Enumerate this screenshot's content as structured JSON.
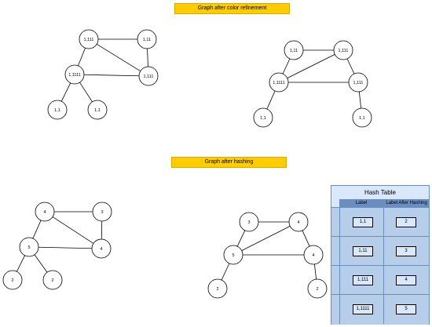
{
  "banners": {
    "top": "Graph after color refinement",
    "bottom": "Graph after hashing"
  },
  "graphs": [
    {
      "id": "refined-left",
      "nodes": [
        {
          "id": "a",
          "label": "1,111"
        },
        {
          "id": "b",
          "label": "1,11"
        },
        {
          "id": "c",
          "label": "1,1111"
        },
        {
          "id": "d",
          "label": "1,111"
        },
        {
          "id": "e",
          "label": "1,1"
        },
        {
          "id": "f",
          "label": "1,1"
        }
      ],
      "edges": [
        [
          "a",
          "b"
        ],
        [
          "a",
          "c"
        ],
        [
          "a",
          "d"
        ],
        [
          "b",
          "d"
        ],
        [
          "c",
          "d"
        ],
        [
          "c",
          "e"
        ],
        [
          "c",
          "f"
        ]
      ]
    },
    {
      "id": "refined-right",
      "nodes": [
        {
          "id": "a",
          "label": "1,11"
        },
        {
          "id": "b",
          "label": "1,111"
        },
        {
          "id": "c",
          "label": "1,1111"
        },
        {
          "id": "d",
          "label": "1,111"
        },
        {
          "id": "e",
          "label": "1,1"
        },
        {
          "id": "f",
          "label": "1,1"
        }
      ],
      "edges": [
        [
          "a",
          "b"
        ],
        [
          "a",
          "c"
        ],
        [
          "b",
          "c"
        ],
        [
          "b",
          "d"
        ],
        [
          "c",
          "d"
        ],
        [
          "c",
          "e"
        ],
        [
          "d",
          "f"
        ]
      ]
    },
    {
      "id": "hashed-left",
      "nodes": [
        {
          "id": "a",
          "label": "4"
        },
        {
          "id": "b",
          "label": "3"
        },
        {
          "id": "c",
          "label": "5"
        },
        {
          "id": "d",
          "label": "4"
        },
        {
          "id": "e",
          "label": "2"
        },
        {
          "id": "f",
          "label": "2"
        }
      ],
      "edges": [
        [
          "a",
          "b"
        ],
        [
          "a",
          "c"
        ],
        [
          "a",
          "d"
        ],
        [
          "b",
          "d"
        ],
        [
          "c",
          "d"
        ],
        [
          "c",
          "e"
        ],
        [
          "c",
          "f"
        ]
      ]
    },
    {
      "id": "hashed-right",
      "nodes": [
        {
          "id": "a",
          "label": "3"
        },
        {
          "id": "b",
          "label": "4"
        },
        {
          "id": "c",
          "label": "5"
        },
        {
          "id": "d",
          "label": "4"
        },
        {
          "id": "e",
          "label": "2"
        },
        {
          "id": "f",
          "label": "2"
        }
      ],
      "edges": [
        [
          "a",
          "b"
        ],
        [
          "a",
          "c"
        ],
        [
          "b",
          "c"
        ],
        [
          "b",
          "d"
        ],
        [
          "c",
          "d"
        ],
        [
          "c",
          "e"
        ],
        [
          "d",
          "f"
        ]
      ]
    }
  ],
  "hash_table": {
    "title": "Hash Table",
    "columns": [
      "Label",
      "Label After Hashing"
    ],
    "rows": [
      {
        "label": "1,1",
        "hash": "2"
      },
      {
        "label": "1,11",
        "hash": "3"
      },
      {
        "label": "1,111",
        "hash": "4"
      },
      {
        "label": "1,1111",
        "hash": "5"
      }
    ]
  },
  "colors": {
    "banner": "#ffcc00",
    "table_fill": "#dae8fc",
    "table_row": "#b7ceea",
    "table_header": "#6c8ebf",
    "node_fill": "#ffffff",
    "stroke": "#000000"
  }
}
